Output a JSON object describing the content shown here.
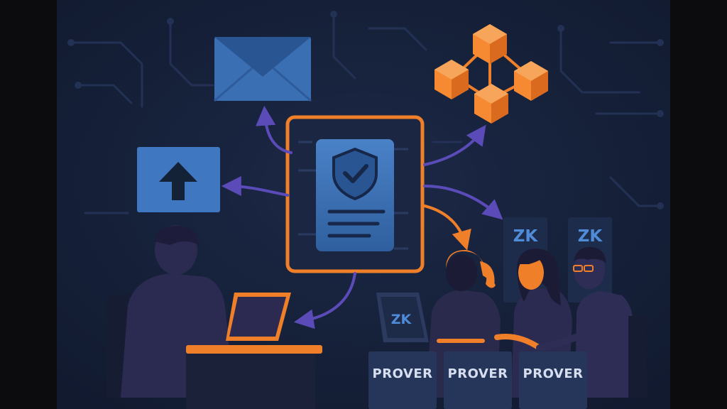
{
  "scene": {
    "background": "#16203a",
    "accent_orange": "#f07f2a",
    "accent_blue": "#3f74b8",
    "arrow_purple": "#5b4bb8"
  },
  "labels": {
    "zk_badges": [
      "ZK",
      "ZK"
    ],
    "laptop_zk": "ZK",
    "prover_labels": [
      "PROVER",
      "PROVER",
      "PROVER"
    ]
  },
  "icons": {
    "mail": "envelope-icon",
    "upload": "upload-arrow-icon",
    "blockchain": "blockchain-cubes-icon",
    "certificate": "shield-check-document-icon"
  }
}
